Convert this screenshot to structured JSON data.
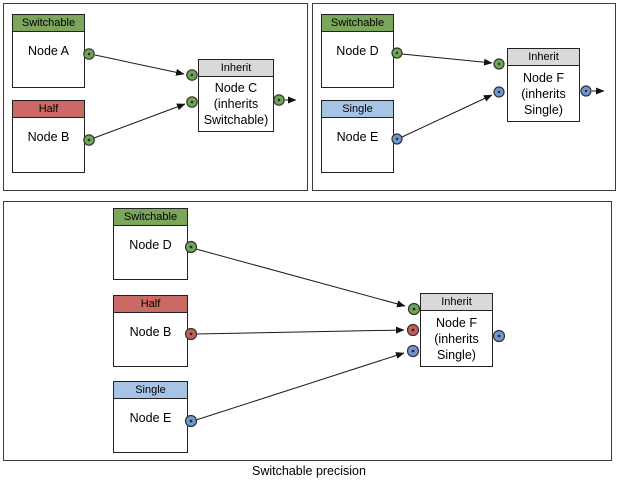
{
  "caption": "Switchable precision",
  "palette": {
    "switchable": "#7ca65b",
    "half": "#cb6a64",
    "single": "#a6c4e5",
    "inherit": "#d9d9d9",
    "port_green": "#6fa653",
    "port_red": "#c85c57",
    "port_blue": "#6e96d5",
    "edge": "#1a1a1a"
  },
  "panels": [
    {
      "name": "top-left",
      "nodes": [
        {
          "header": "Switchable",
          "lines": [
            "Node A"
          ]
        },
        {
          "header": "Half",
          "lines": [
            "Node B"
          ]
        },
        {
          "header": "Inherit",
          "lines": [
            "Node C",
            "(inherits",
            "Switchable)"
          ]
        }
      ]
    },
    {
      "name": "top-right",
      "nodes": [
        {
          "header": "Switchable",
          "lines": [
            "Node D"
          ]
        },
        {
          "header": "Single",
          "lines": [
            "Node E"
          ]
        },
        {
          "header": "Inherit",
          "lines": [
            "Node F",
            "(inherits",
            "Single)"
          ]
        }
      ]
    },
    {
      "name": "bottom",
      "nodes": [
        {
          "header": "Switchable",
          "lines": [
            "Node D"
          ]
        },
        {
          "header": "Half",
          "lines": [
            "Node B"
          ]
        },
        {
          "header": "Single",
          "lines": [
            "Node E"
          ]
        },
        {
          "header": "Inherit",
          "lines": [
            "Node F",
            "(inherits",
            "Single)"
          ]
        }
      ]
    }
  ]
}
